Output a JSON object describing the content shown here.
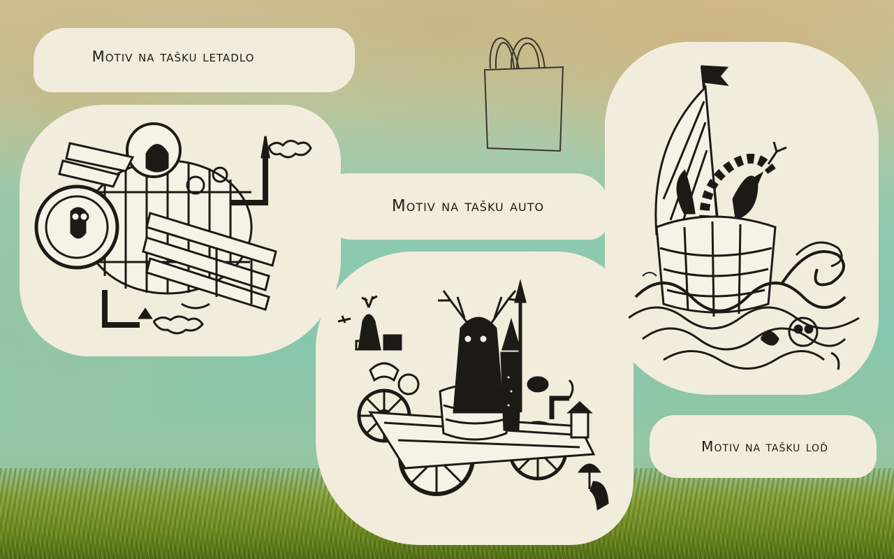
{
  "labels": {
    "plane": "Motiv na tašku letadlo",
    "car": "Motiv na tašku auto",
    "boat": "Motiv na tašku loď"
  },
  "icons": {
    "bag": "tote-bag-icon",
    "plane": "steampunk-plane-illustration",
    "car": "steampunk-car-illustration",
    "boat": "barrel-boat-illustration"
  },
  "colors": {
    "paper": "#f2ecdc",
    "ink": "#1d1a16",
    "sky": "#8fcab0",
    "grass": "#6f8a22"
  }
}
